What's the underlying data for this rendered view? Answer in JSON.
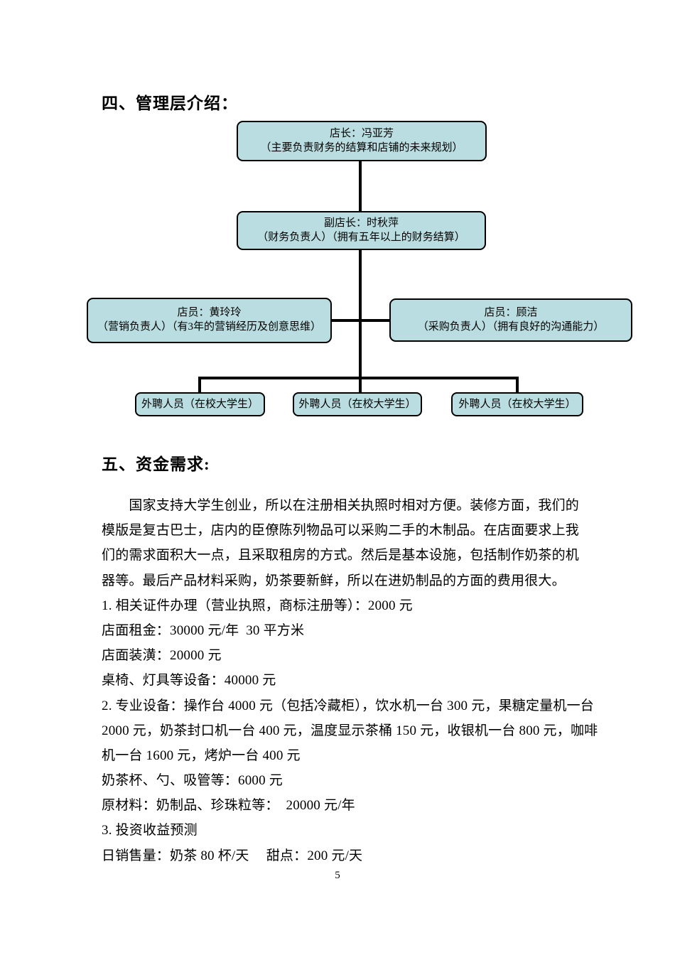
{
  "section4": {
    "heading": "四、管理层介绍：",
    "org_chart": {
      "manager": {
        "line1": "店长：冯亚芳",
        "line2": "（主要负责财务的结算和店铺的未来规划）"
      },
      "deputy": {
        "line1": "副店长：时秋萍",
        "line2": "（财务负责人）（拥有五年以上的财务结算）"
      },
      "marketing": {
        "line1": "店员：黄玲玲",
        "line2": "（营销负责人）（有3年的营销经历及创意思维）"
      },
      "purchasing": {
        "line1": "店员：顾洁",
        "line2": "（采购负责人）（拥有良好的沟通能力）"
      },
      "staff_labels": [
        "外聘人员（在校大学生）",
        "外聘人员（在校大学生）",
        "外聘人员（在校大学生）"
      ],
      "colors": {
        "box_fill": "#b9dde0",
        "box_border": "#000000",
        "connector": "#000000"
      }
    }
  },
  "section5": {
    "heading": "五、资金需求:",
    "lines": [
      {
        "text": "　　国家支持大学生创业，所以在注册相关执照时相对方便。装修方面，我们的"
      },
      {
        "text": "模版是复古巴士，店内的臣僚陈列物品可以采购二手的木制品。在店面要求上我"
      },
      {
        "text": "们的需求面积大一点，且采取租房的方式。然后是基本设施，包括制作奶茶的机"
      },
      {
        "text": "器等。最后产品材料采购，奶茶要新鲜，所以在进奶制品的方面的费用很大。"
      },
      {
        "text": "1. 相关证件办理（营业执照，商标注册等）：2000 元"
      },
      {
        "text": "店面租金：30000 元/年  30 平方米"
      },
      {
        "text": "店面装潢：20000 元"
      },
      {
        "text": "桌椅、灯具等设备：40000 元"
      },
      {
        "text": "2. 专业设备：操作台 4000 元（包括冷藏柜），饮水机一台 300 元，果糖定量机一台"
      },
      {
        "text": "2000 元，奶茶封口机一台 400 元，温度显示茶桶 150 元，收银机一台 800 元，咖啡"
      },
      {
        "text": "机一台 1600 元，烤炉一台 400 元"
      },
      {
        "text": "奶茶杯、勺、吸管等：6000 元"
      },
      {
        "text": "原材料：奶制品、珍珠粒等：  20000 元/年"
      },
      {
        "text": "3. 投资收益预测"
      },
      {
        "text": "日销售量：奶茶 80 杯/天　 甜点：200 元/天"
      }
    ]
  },
  "page": {
    "number": "5"
  }
}
